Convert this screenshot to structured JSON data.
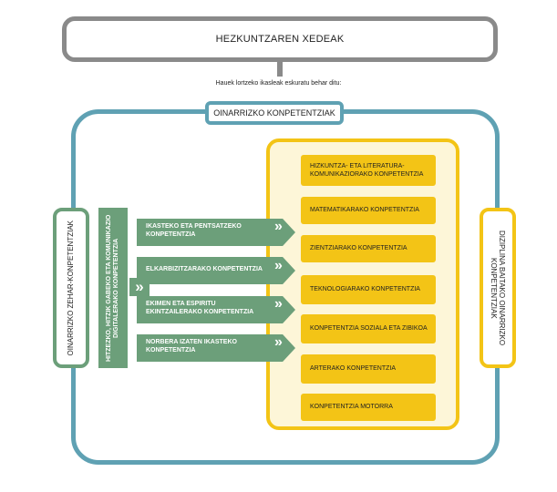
{
  "top_title": "HEZKUNTZAREN XEDEAK",
  "subtitle": "Hauek lortzeko ikasleak eskuratu behar ditu:",
  "main_label": "OINARRIZKO KONPETENTZIAK",
  "left_side_label": "OINARRIZKO ZEHAR-KONPETENTZIAK",
  "right_side_label": "DIZIPLINA BAITAKO OINARRIZKO KONPETENTZIAK",
  "green_bar_label": "HITZEZKO, HITZIK GABEKO ETA KOMUNIKAZIO DIGITALERAKO KONPETENTZIA",
  "chevron_glyph": "»",
  "transversal": [
    "IKASTEKO ETA PENTSATZEKO KONPETENTZIA",
    "ELKARBIZITZARAKO KONPETENTZIA",
    "EKIMEN ETA ESPIRITU EKINTZAILERAKO KONPETENTZIA",
    "NORBERA IZATEN IKASTEKO KONPETENTZIA"
  ],
  "disciplinary": [
    "HIZKUNTZA- ETA LITERATURA-KOMUNIKAZIORAKO KONPETENTZIA",
    "MATEMATIKARAKO KONPETENTZIA",
    "ZIENTZIARAKO KONPETENTZIA",
    "TEKNOLOGIARAKO KONPETENTZIA",
    "KONPETENTZIA SOZIALA ETA ZIBIKOA",
    "ARTERAKO KONPETENTZIA",
    "KONPETENTZIA MOTORRA"
  ],
  "colors": {
    "gray": "#8a8a8a",
    "teal": "#5fa1b3",
    "green": "#6c9f7a",
    "yellow": "#f3c416",
    "yellow_bg": "#fdf6d8"
  }
}
